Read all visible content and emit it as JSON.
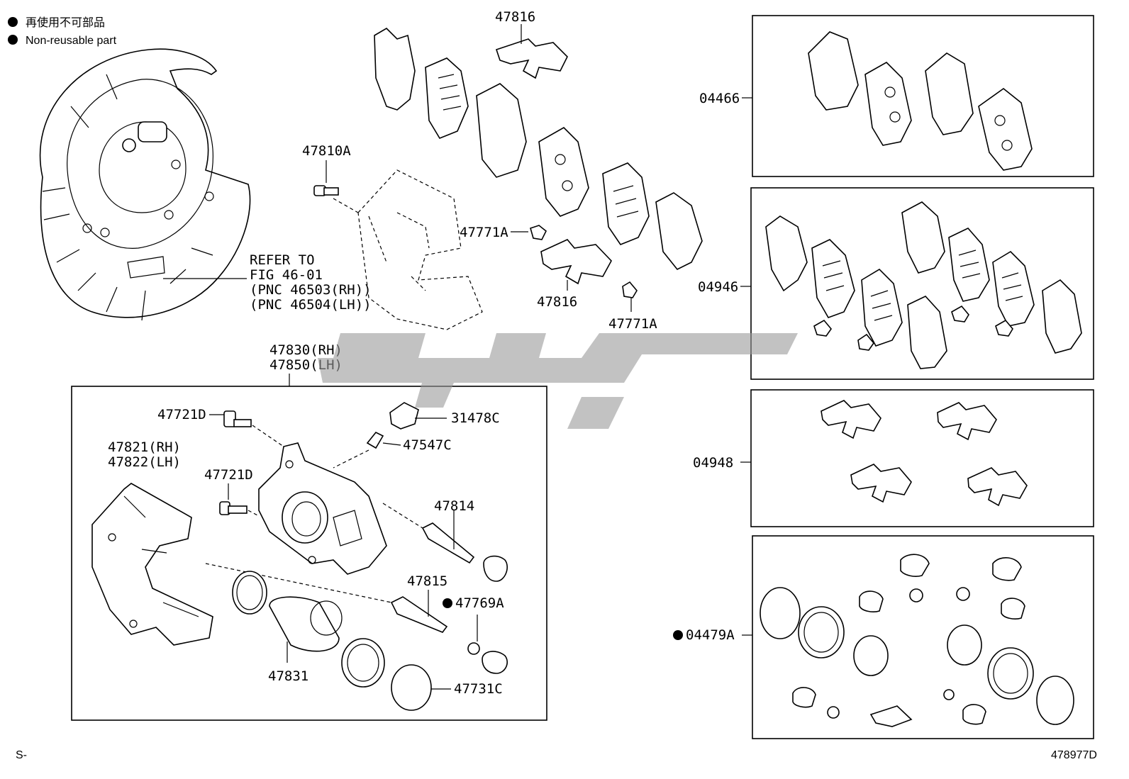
{
  "legend": {
    "line1": "再使用不可部品",
    "line2": "Non-reusable part"
  },
  "refer": {
    "line1": "REFER TO",
    "line2": "FIG 46-01",
    "line3": "(PNC 46503(RH))",
    "line4": "(PNC 46504(LH))"
  },
  "parts": {
    "p47816_top": "47816",
    "p47810A": "47810A",
    "p47771A_a": "47771A",
    "p47816_mid": "47816",
    "p47771A_b": "47771A",
    "p47830": "47830(RH)",
    "p47850": "47850(LH)",
    "p47721D_a": "47721D",
    "p31478C": "31478C",
    "p47547C": "47547C",
    "p47821": "47821(RH)",
    "p47822": "47822(LH)",
    "p47721D_b": "47721D",
    "p47814": "47814",
    "p47815": "47815",
    "p47769A": "47769A",
    "p47831": "47831",
    "p47731C": "47731C"
  },
  "kits": {
    "k04466": "04466",
    "k04946": "04946",
    "k04948": "04948",
    "k04479A": "04479A"
  },
  "footer": {
    "left": "S-",
    "right": "478977D"
  }
}
